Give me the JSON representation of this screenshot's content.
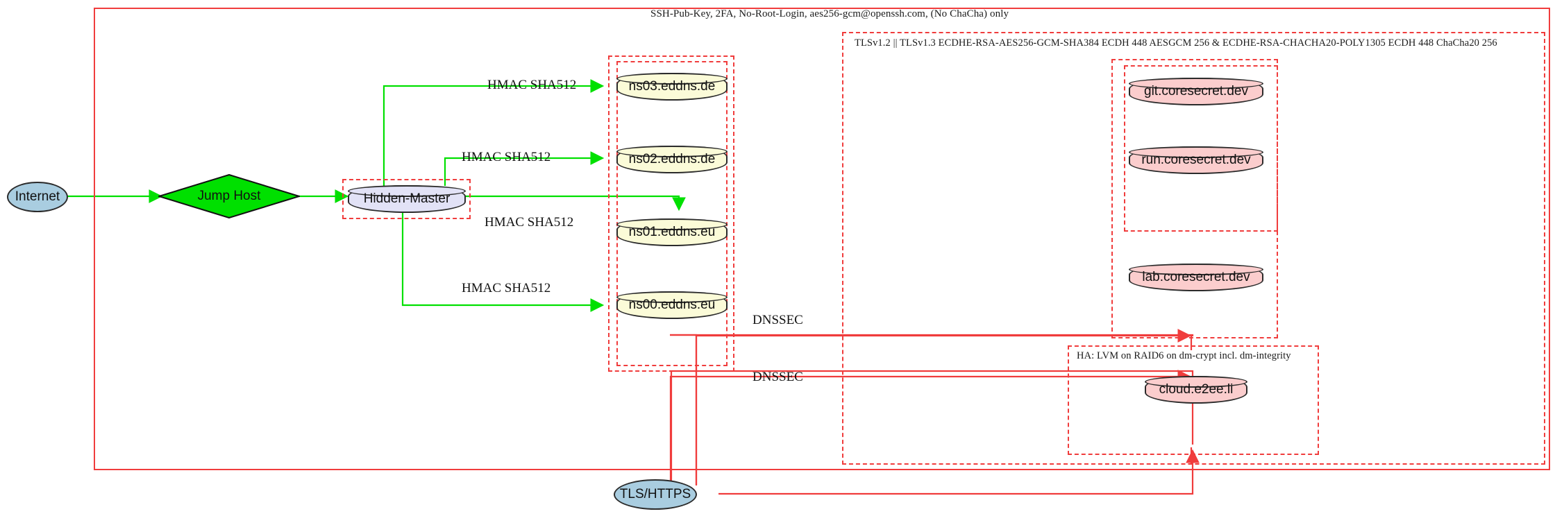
{
  "diagram": {
    "title_top": "SSH-Pub-Key, 2FA, No-Root-Login, aes256-gcm@openssh.com, (No ChaCha) only",
    "clusters": [
      {
        "id": "ssh-perimeter",
        "label": "SSH-Pub-Key, 2FA, No-Root-Login, aes256-gcm@openssh.com, (No ChaCha) only",
        "style": "solid"
      },
      {
        "id": "tls-perimeter",
        "label": "TLSv1.2 || TLSv1.3 ECDHE-RSA-AES256-GCM-SHA384 ECDH 448 AESGCM 256 & ECDHE-RSA-CHACHA20-POLY1305 ECDH 448 ChaCha20 256",
        "style": "dashed"
      },
      {
        "id": "ha-storage",
        "label": "HA: LVM on RAID6 on dm-crypt incl. dm-integrity",
        "style": "dashed"
      }
    ],
    "nodes": [
      {
        "id": "internet",
        "label": "Internet",
        "shape": "ellipse",
        "color": "#a9cde0"
      },
      {
        "id": "jumphost",
        "label": "Jump Host",
        "shape": "diamond",
        "color": "#00e000"
      },
      {
        "id": "hiddenmaster",
        "label": "Hidden-Master",
        "shape": "cylinder",
        "color": "#e2e2f6"
      },
      {
        "id": "ns03",
        "label": "ns03.eddns.de",
        "shape": "cylinder",
        "color": "#fbfbd8"
      },
      {
        "id": "ns02",
        "label": "ns02.eddns.de",
        "shape": "cylinder",
        "color": "#fbfbd8"
      },
      {
        "id": "ns01",
        "label": "ns01.eddns.eu",
        "shape": "cylinder",
        "color": "#fbfbd8"
      },
      {
        "id": "ns00",
        "label": "ns00.eddns.eu",
        "shape": "cylinder",
        "color": "#fbfbd8"
      },
      {
        "id": "git",
        "label": "git.coresecret.dev",
        "shape": "cylinder",
        "color": "#fbcdcd"
      },
      {
        "id": "run",
        "label": "run.coresecret.dev",
        "shape": "cylinder",
        "color": "#fbcdcd"
      },
      {
        "id": "lab",
        "label": "lab.coresecret.dev",
        "shape": "cylinder",
        "color": "#fbcdcd"
      },
      {
        "id": "cloud",
        "label": "cloud.e2ee.li",
        "shape": "cylinder",
        "color": "#fbcdcd"
      },
      {
        "id": "tlshttps",
        "label": "TLS/HTTPS",
        "shape": "ellipse",
        "color": "#a9cde0"
      }
    ],
    "edges": [
      {
        "from": "internet",
        "to": "jumphost",
        "label": "",
        "color": "#00e000"
      },
      {
        "from": "jumphost",
        "to": "hiddenmaster",
        "label": "",
        "color": "#00e000"
      },
      {
        "from": "hiddenmaster",
        "to": "ns03",
        "label": "HMAC SHA512",
        "color": "#00e000"
      },
      {
        "from": "hiddenmaster",
        "to": "ns02",
        "label": "HMAC SHA512",
        "color": "#00e000"
      },
      {
        "from": "hiddenmaster",
        "to": "ns01",
        "label": "HMAC SHA512",
        "color": "#00e000"
      },
      {
        "from": "hiddenmaster",
        "to": "ns00",
        "label": "HMAC SHA512",
        "color": "#00e000"
      },
      {
        "from": "tlshttps",
        "to": "lab",
        "label": "DNSSEC",
        "color": "#f03c3c"
      },
      {
        "from": "tlshttps",
        "to": "cloud",
        "label": "DNSSEC",
        "color": "#f03c3c"
      }
    ],
    "edge_labels": {
      "hmac1": "HMAC SHA512",
      "hmac2": "HMAC SHA512",
      "hmac3": "HMAC SHA512",
      "hmac4": "HMAC SHA512",
      "dnssec1": "DNSSEC",
      "dnssec2": "DNSSEC"
    },
    "colors": {
      "perimeter": "#f03c3c",
      "secure_link": "#00e000",
      "tls_link": "#f03c3c",
      "dns_node": "#fbfbd8",
      "service_node": "#fbcdcd",
      "master_node": "#e2e2f6",
      "endpoint_node": "#a9cde0",
      "jumphost_node": "#00e000"
    }
  }
}
